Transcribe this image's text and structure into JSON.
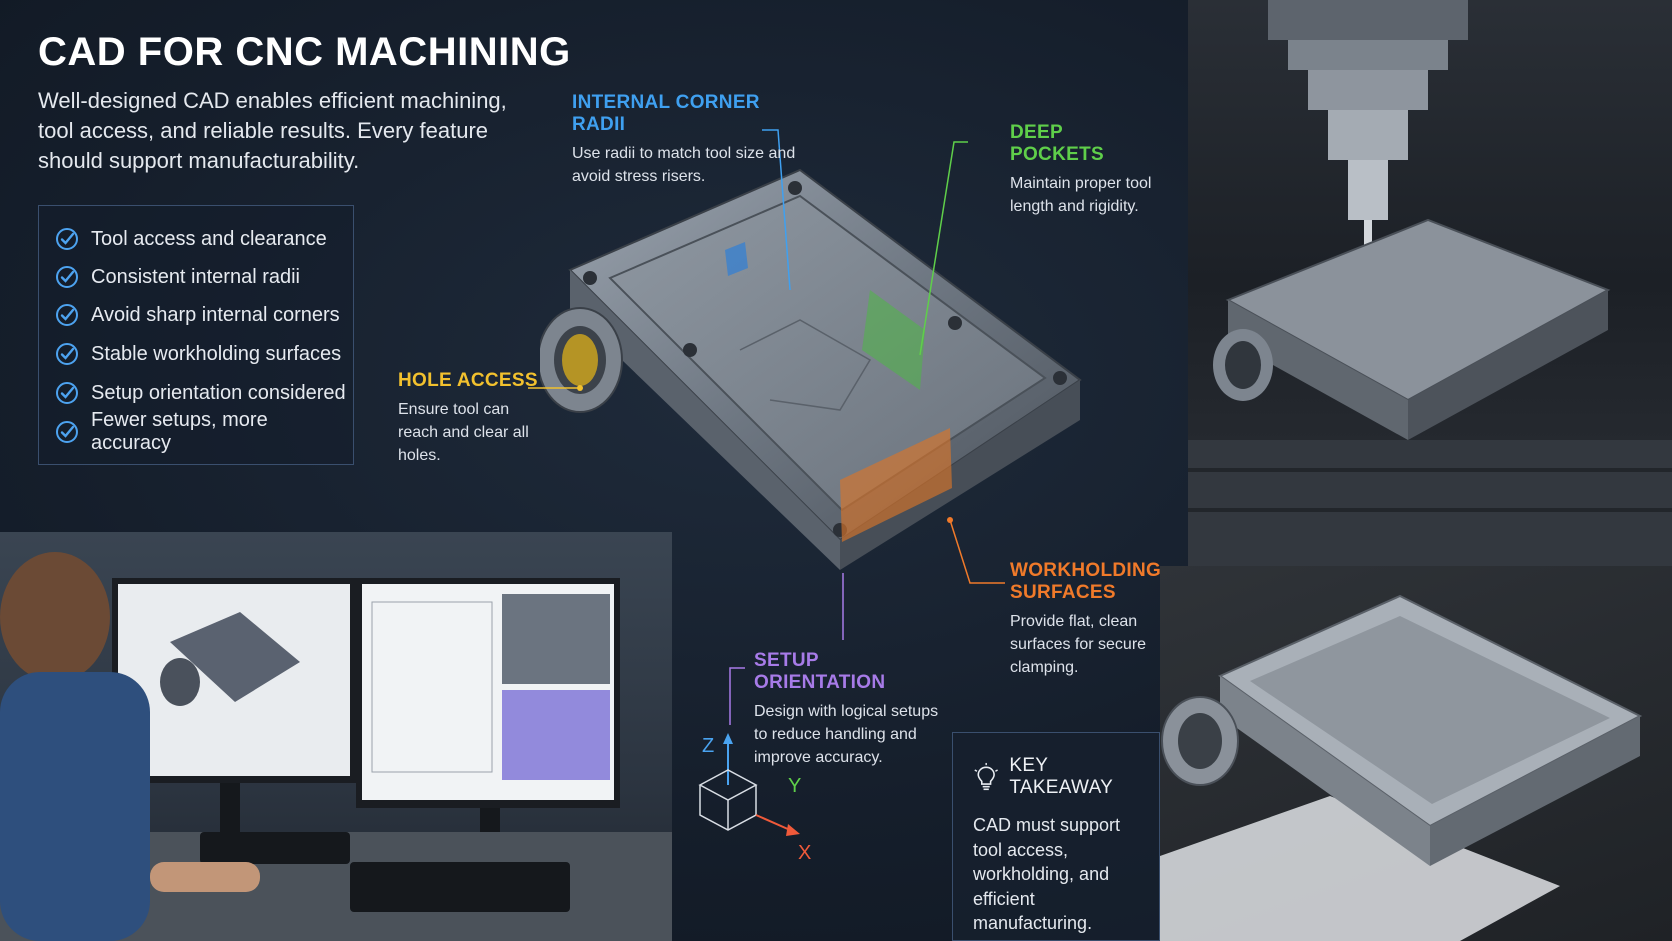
{
  "header": {
    "title": "CAD FOR CNC MACHINING",
    "subtitle": "Well-designed CAD enables efficient machining, tool access, and reliable results. Every feature should support manufacturability."
  },
  "checklist": {
    "items": [
      "Tool access and clearance",
      "Consistent internal radii",
      "Avoid sharp internal corners",
      "Stable workholding surfaces",
      "Setup orientation considered",
      "Fewer setups, more accuracy"
    ],
    "accent_color": "#4da3f0"
  },
  "callouts": {
    "internal_radii": {
      "title": "INTERNAL CORNER RADII",
      "text": "Use radii to match tool size and avoid stress risers.",
      "color": "#3fa0f0"
    },
    "deep_pockets": {
      "title": "DEEP POCKETS",
      "text": "Maintain proper tool length and rigidity.",
      "color": "#5fcf4a"
    },
    "hole_access": {
      "title": "HOLE ACCESS",
      "text": "Ensure tool can reach and clear all holes.",
      "color": "#f2c12e"
    },
    "workholding": {
      "title": "WORKHOLDING SURFACES",
      "text": "Provide flat, clean surfaces for secure clamping.",
      "color": "#f07a2a"
    },
    "setup_orientation": {
      "title": "SETUP ORIENTATION",
      "text": "Design with logical setups to reduce handling and improve accuracy.",
      "color": "#a77be8"
    }
  },
  "axes": {
    "z": "Z",
    "y": "Y",
    "x": "X",
    "z_color": "#4aa3f0",
    "y_color": "#5fcf4a",
    "x_color": "#f05a3a"
  },
  "takeaway": {
    "icon": "lightbulb-icon",
    "title": "KEY TAKEAWAY",
    "text": "CAD must support tool access, workholding, and efficient manufacturing."
  }
}
